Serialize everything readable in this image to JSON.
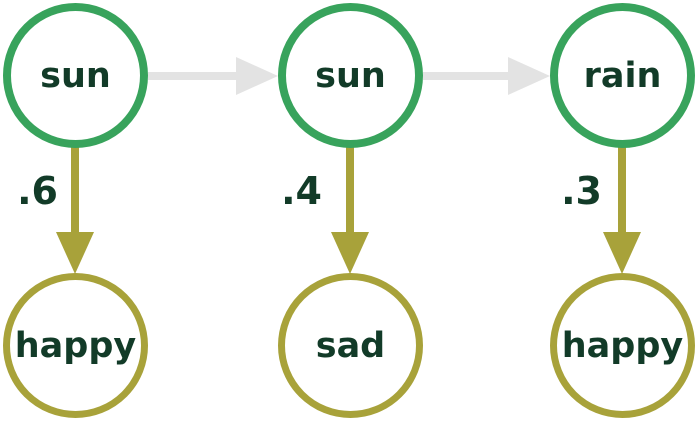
{
  "diagram": {
    "type": "hidden-markov-model",
    "colors": {
      "state_border": "#38a35c",
      "observation_border": "#a8a23a",
      "transition_arrow": "#e3e3e3",
      "emission_arrow": "#a8a23a",
      "text": "#123b28",
      "background": "#ffffff"
    },
    "hidden_states": [
      {
        "label": "sun"
      },
      {
        "label": "sun"
      },
      {
        "label": "rain"
      }
    ],
    "observations": [
      {
        "label": "happy"
      },
      {
        "label": "sad"
      },
      {
        "label": "happy"
      }
    ],
    "emission_probabilities": [
      {
        "value": ".6"
      },
      {
        "value": ".4"
      },
      {
        "value": ".3"
      }
    ],
    "icons": {
      "transition_arrow": "right-arrow-icon",
      "emission_arrow": "down-arrow-icon"
    }
  }
}
